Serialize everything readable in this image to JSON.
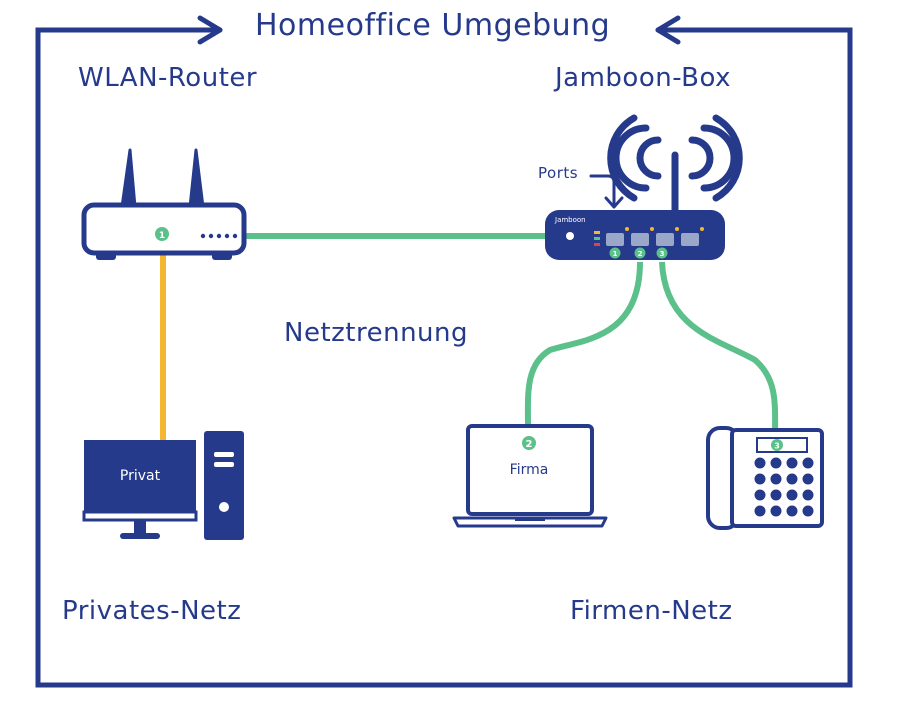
{
  "title": "Homeoffice Umgebung",
  "labels": {
    "wlan_router": "WLAN-Router",
    "jamboon_box": "Jamboon-Box",
    "ports": "Ports",
    "netztrennung": "Netztrennung",
    "privates_netz": "Privates-Netz",
    "firmen_netz": "Firmen-Netz"
  },
  "devices": {
    "router_port": "1",
    "box_brand": "Jamboon",
    "box_ports": [
      "1",
      "2",
      "3"
    ],
    "privat_screen": "Privat",
    "firma_screen": "Firma",
    "laptop_port": "2",
    "phone_port": "3"
  },
  "colors": {
    "frame": "#263a8c",
    "device": "#263a8c",
    "lan_cable": "#5cc08a",
    "private_cable": "#f5b731",
    "port_badge": "#5cc08a"
  }
}
